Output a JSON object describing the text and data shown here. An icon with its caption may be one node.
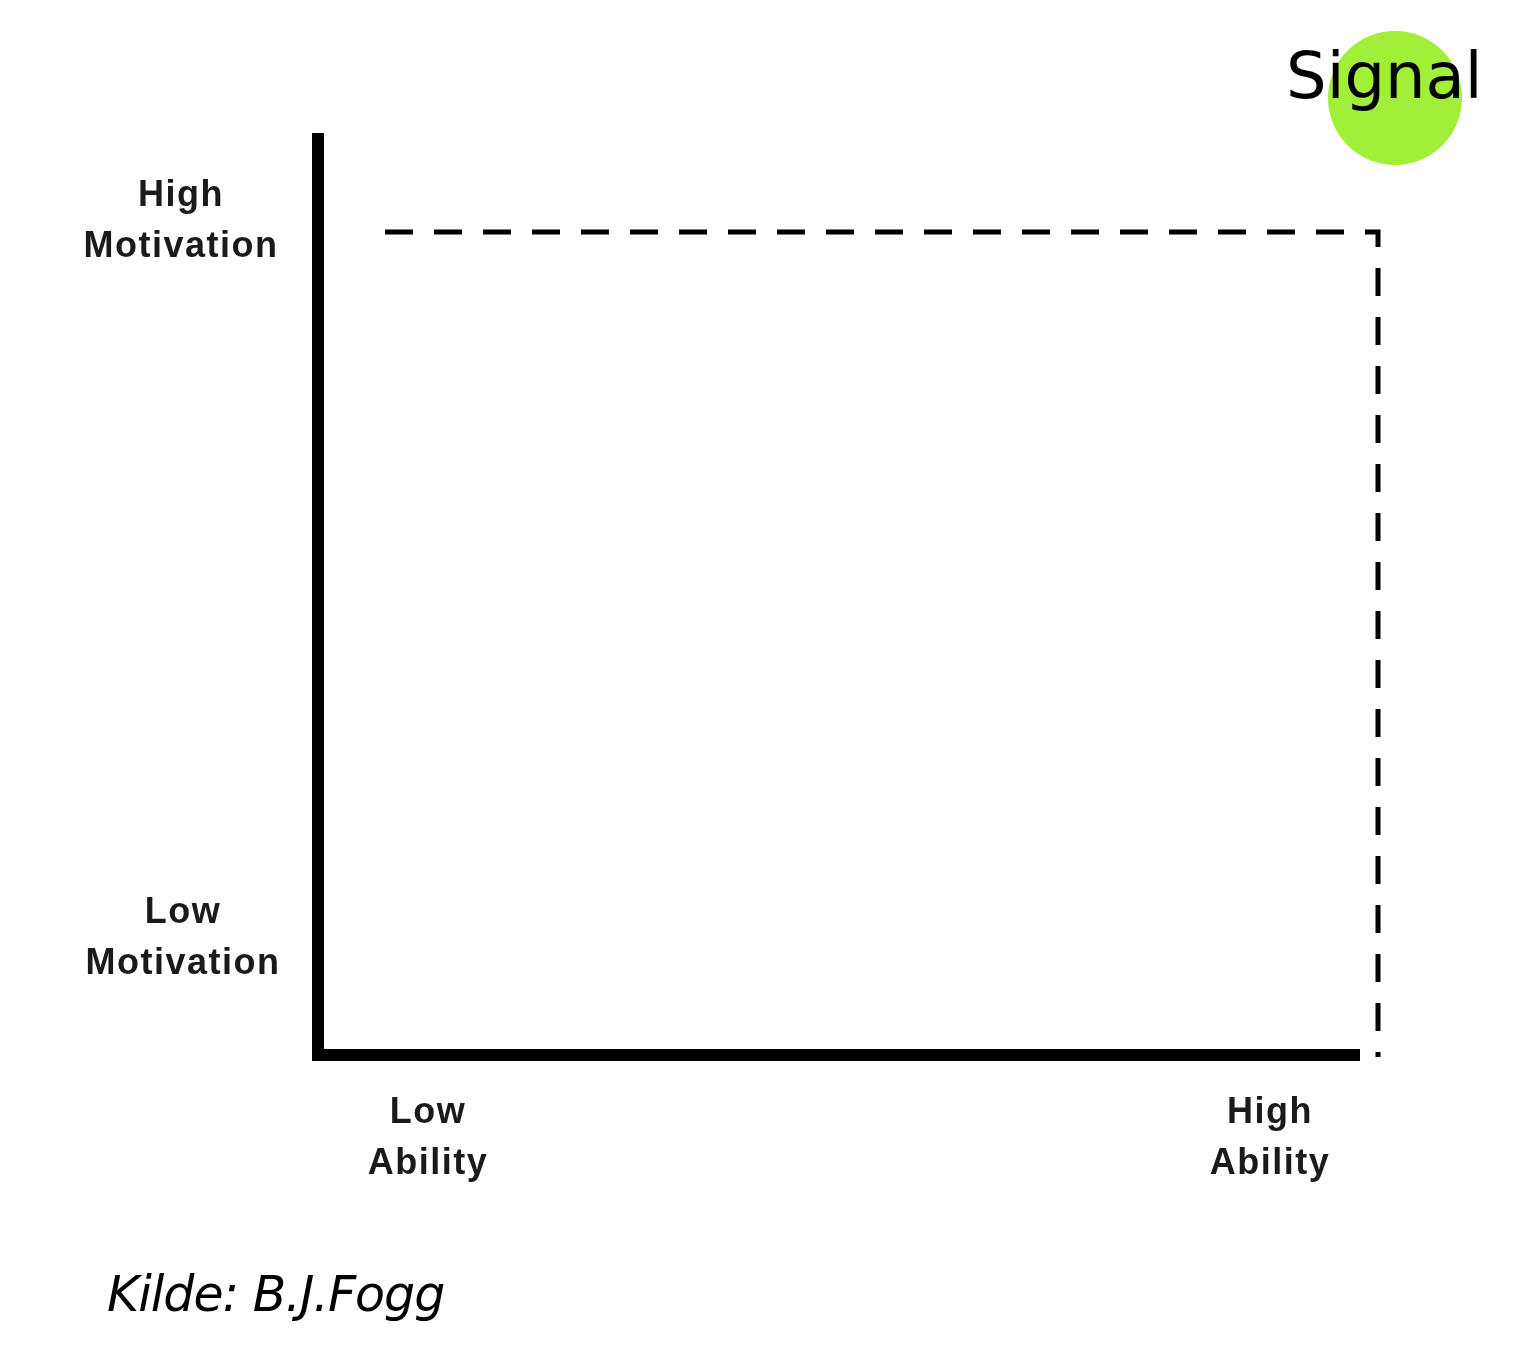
{
  "diagram": {
    "caption": "Kilde: B.J.Fogg",
    "nodes": [
      {
        "text": [
          "Signal"
        ]
      }
    ],
    "labels": [
      "High Motivation",
      "Low Motivation",
      "Low Ability",
      "High Ability"
    ]
  }
}
